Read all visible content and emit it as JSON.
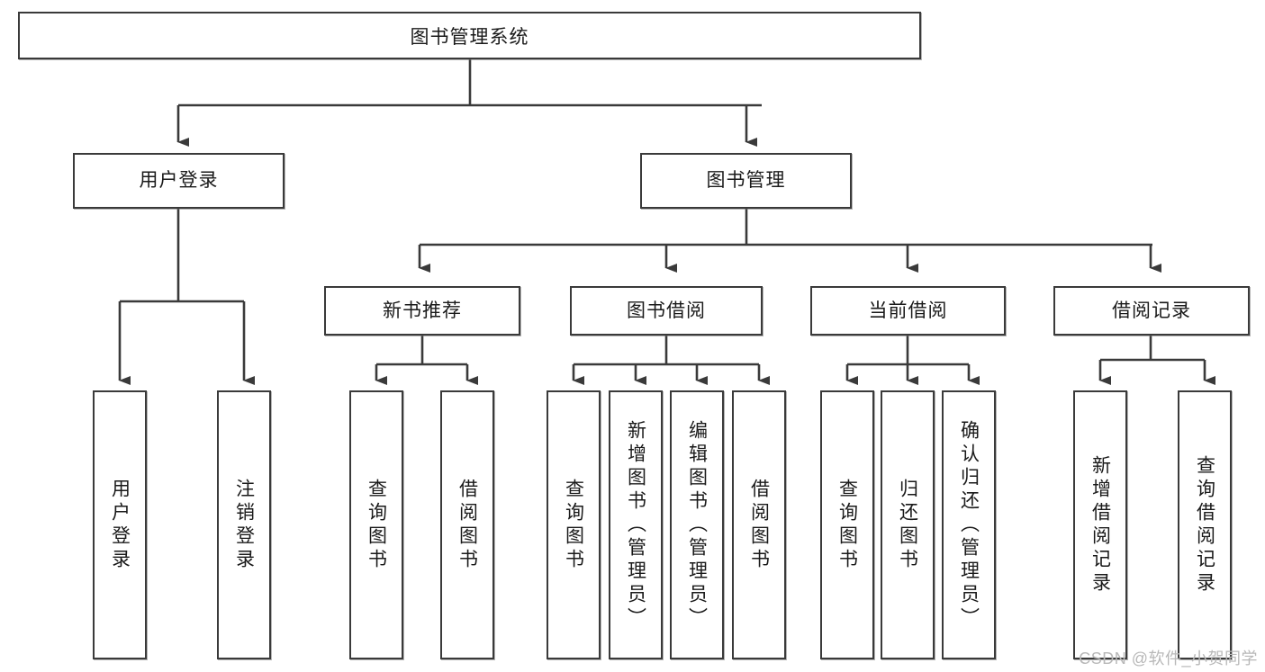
{
  "diagram": {
    "title": "图书管理系统",
    "type": "tree-hierarchy-chart",
    "root": {
      "label": "图书管理系统"
    },
    "level2": [
      {
        "label": "用户登录"
      },
      {
        "label": "图书管理"
      }
    ],
    "level3": [
      {
        "label": "新书推荐"
      },
      {
        "label": "图书借阅"
      },
      {
        "label": "当前借阅"
      },
      {
        "label": "借阅记录"
      }
    ],
    "leaves": {
      "user_login": [
        {
          "label": "用户登录"
        },
        {
          "label": "注销登录"
        }
      ],
      "new_book_recommend": [
        {
          "label": "查询图书"
        },
        {
          "label": "借阅图书"
        }
      ],
      "book_borrow": [
        {
          "label": "查询图书"
        },
        {
          "label": "新增图书（管理员）"
        },
        {
          "label": "编辑图书（管理员）"
        },
        {
          "label": "借阅图书"
        }
      ],
      "current_borrow": [
        {
          "label": "查询图书"
        },
        {
          "label": "归还图书"
        },
        {
          "label": "确认归还（管理员）"
        }
      ],
      "borrow_record": [
        {
          "label": "新增借阅记录"
        },
        {
          "label": "查询借阅记录"
        }
      ]
    }
  },
  "watermark": {
    "text": "CSDN @软件_小贺同学"
  },
  "colors": {
    "stroke": "#3a3a3a",
    "background": "#ffffff",
    "text": "#1a1a1a",
    "watermark": "#b8b8b8"
  }
}
